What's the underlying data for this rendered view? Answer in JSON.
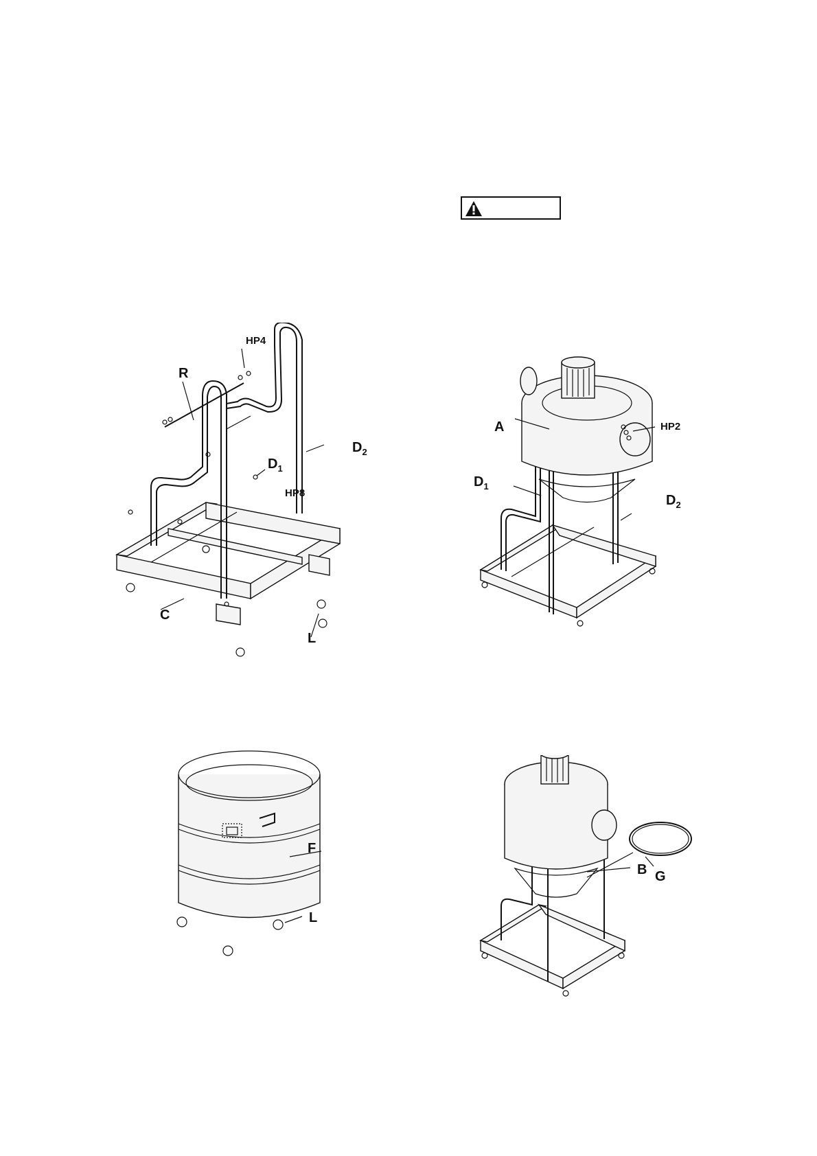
{
  "warning": {
    "icon": "warning-triangle-icon",
    "label": ""
  },
  "figures": {
    "stand_assembly": {
      "labels": {
        "R": "R",
        "HP4": "HP4",
        "D1": "D",
        "D1_sub": "1",
        "D2": "D",
        "D2_sub": "2",
        "HP8": "HP8",
        "C": "C",
        "L": "L"
      }
    },
    "collector_mounted": {
      "labels": {
        "A": "A",
        "HP2": "HP2",
        "D1": "D",
        "D1_sub": "1",
        "D2": "D",
        "D2_sub": "2"
      }
    },
    "drum": {
      "labels": {
        "F": "F",
        "L": "L"
      }
    },
    "clamp_ring": {
      "labels": {
        "B": "B",
        "G": "G"
      }
    }
  }
}
